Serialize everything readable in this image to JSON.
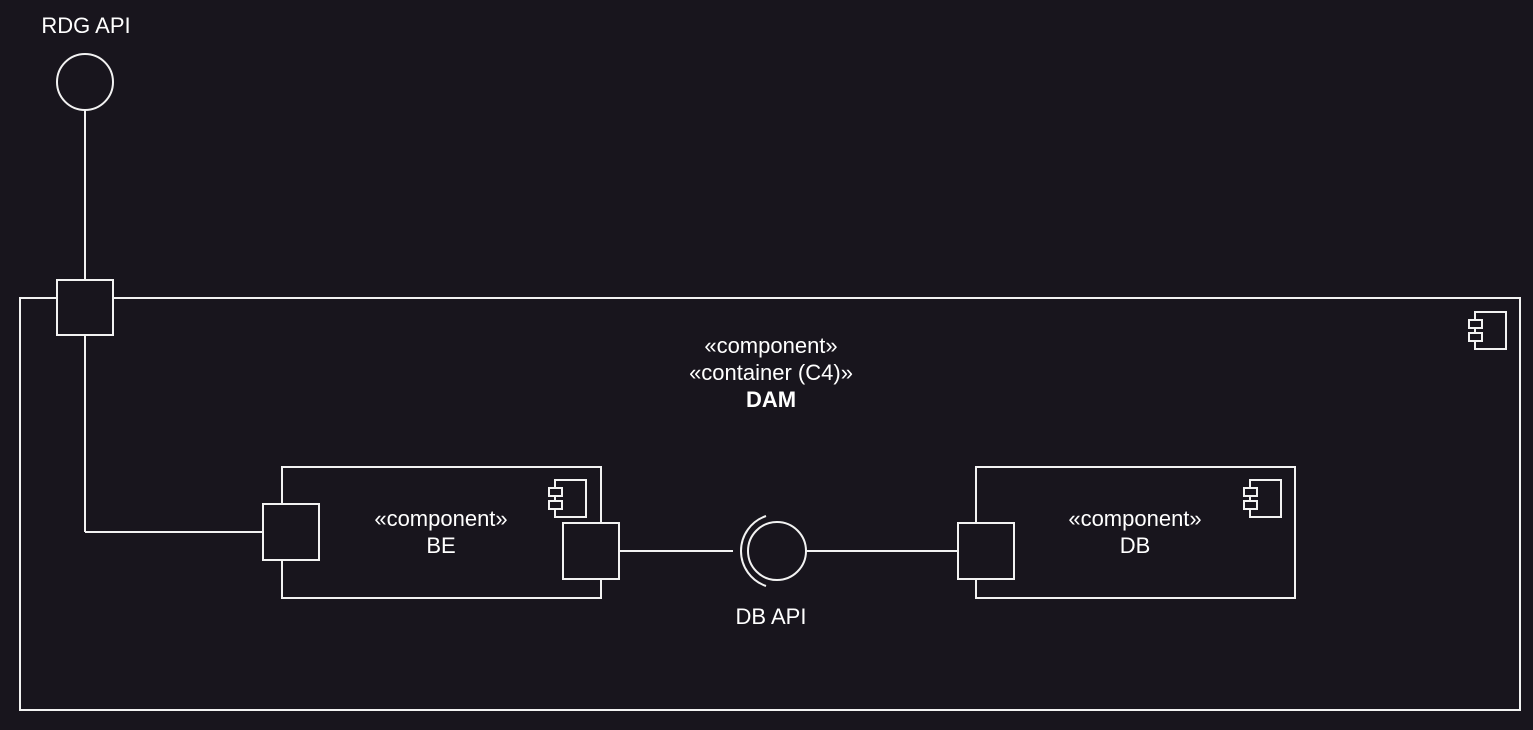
{
  "diagram": {
    "interfaces": {
      "rdg_api": "RDG API",
      "db_api": "DB API"
    },
    "container": {
      "stereotype_1": "«component»",
      "stereotype_2": "«container (C4)»",
      "name": "DAM"
    },
    "components": {
      "be": {
        "stereotype": "«component»",
        "name": "BE"
      },
      "db": {
        "stereotype": "«component»",
        "name": "DB"
      }
    },
    "icons": {
      "component_icon": "uml-component-icon",
      "interface_provided": "provided-interface-circle",
      "interface_required": "required-interface-socket",
      "port": "port-square"
    },
    "colors": {
      "background": "#18151d",
      "stroke": "#f2f2f2",
      "text": "#ffffff"
    }
  }
}
